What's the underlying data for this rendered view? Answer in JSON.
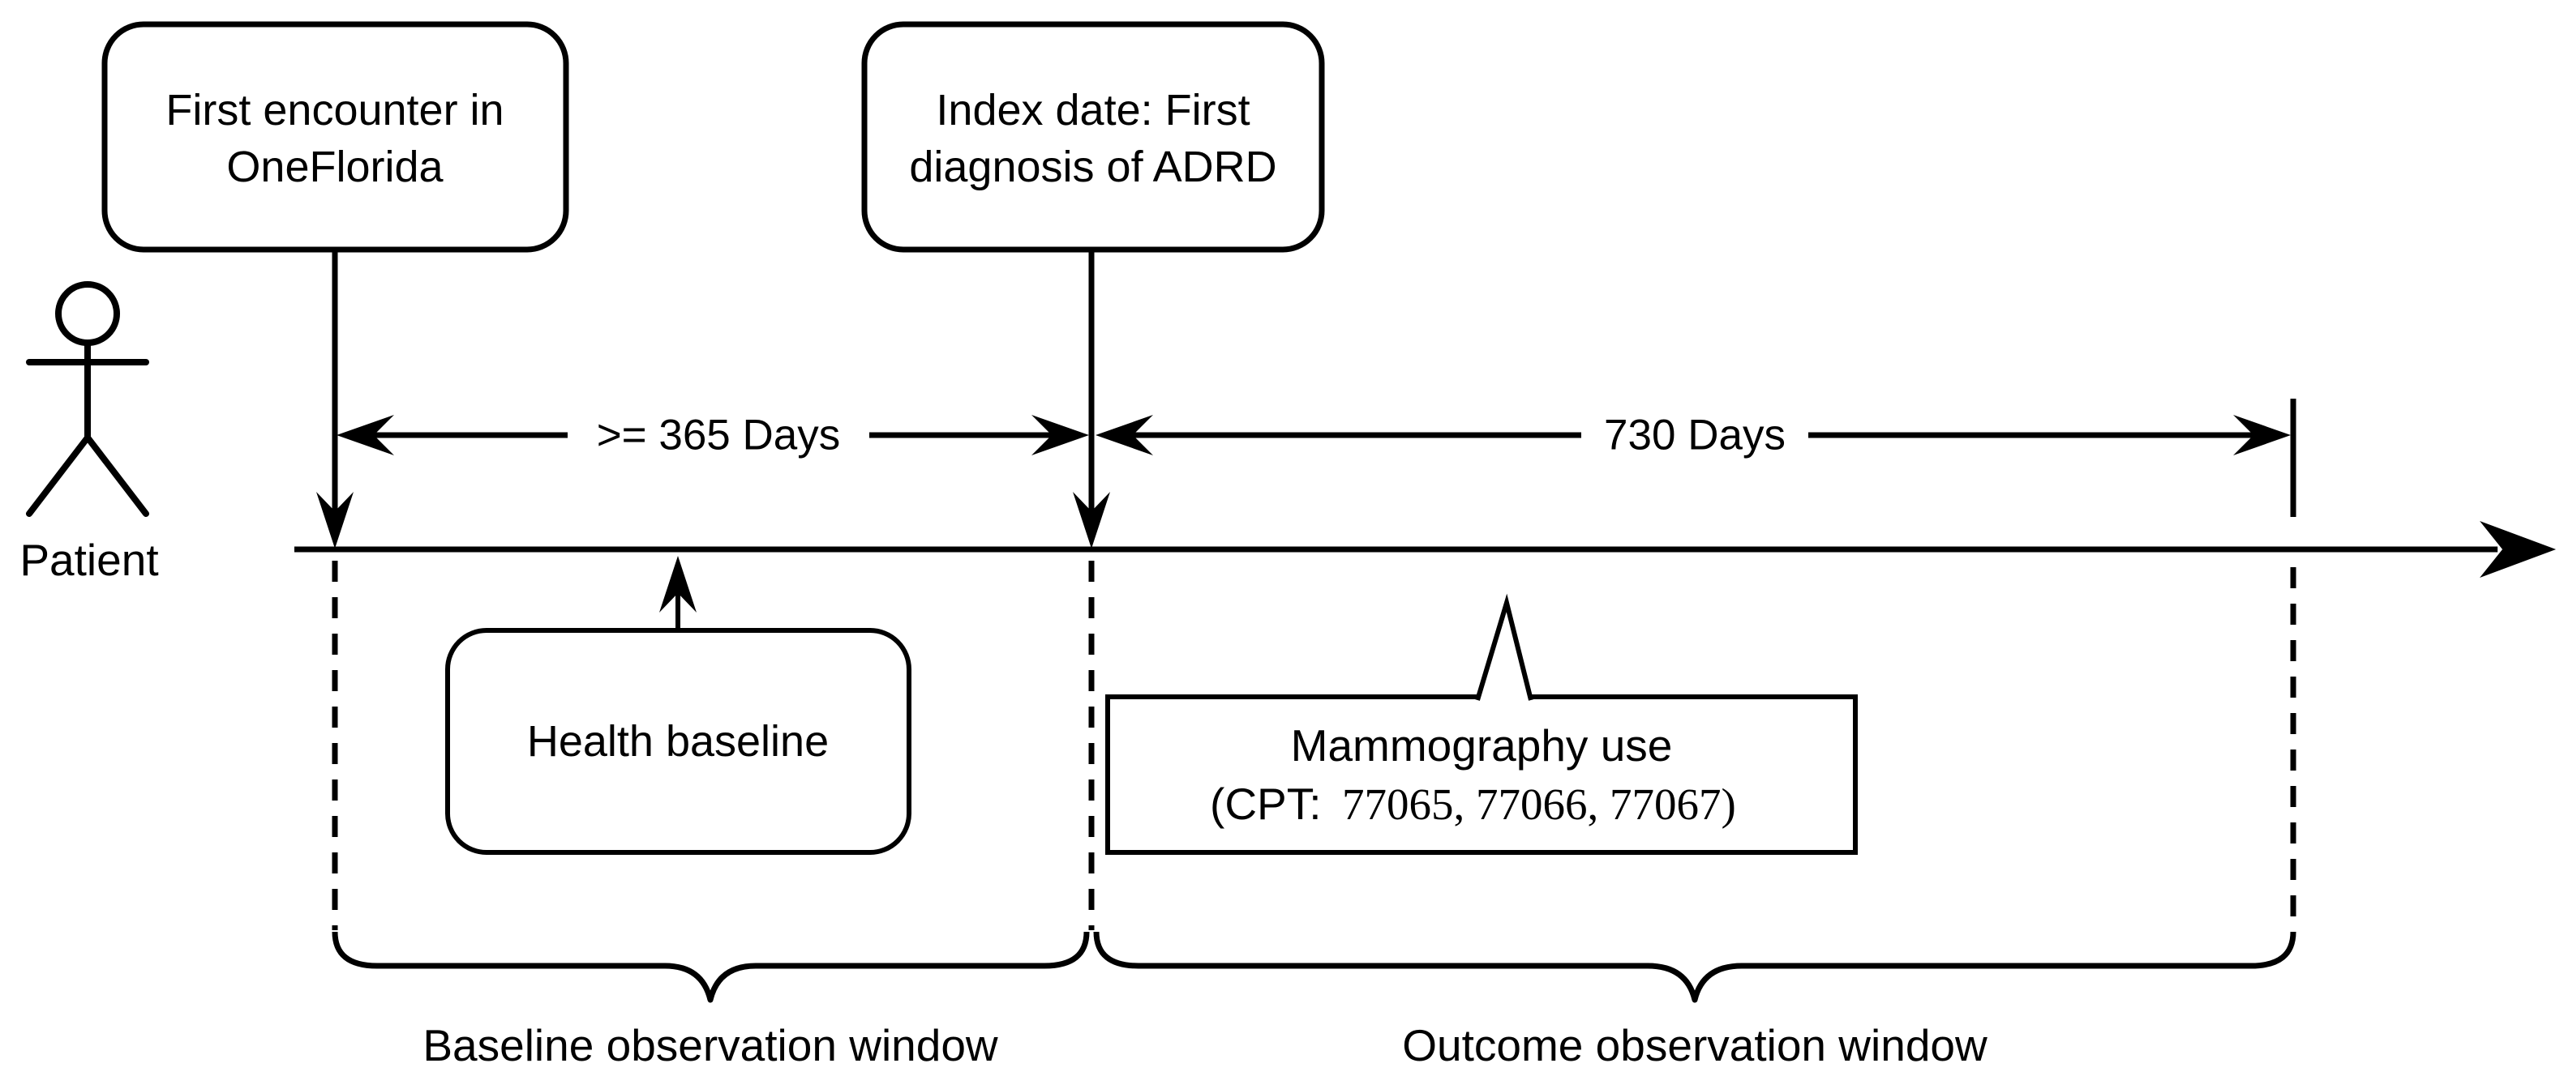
{
  "diagram": {
    "background": "#ffffff",
    "stroke_color": "#000000",
    "actor": {
      "icon": "stick-figure-person-icon",
      "label": "Patient"
    },
    "event_boxes": {
      "first_encounter": {
        "line1": "First encounter in",
        "line2": "OneFlorida"
      },
      "index_date": {
        "line1": "Index date: First",
        "line2": "diagnosis of ADRD"
      }
    },
    "timeline": {
      "baseline_span_label": ">= 365 Days",
      "outcome_span_label": "730 Days"
    },
    "annotations": {
      "health_baseline": {
        "label": "Health baseline"
      },
      "mammography": {
        "line1": "Mammography use",
        "cpt_prefix": "(CPT:",
        "cpt_codes": "77065, 77066, 77067)"
      }
    },
    "windows": {
      "baseline_label": "Baseline observation window",
      "outcome_label": "Outcome observation window"
    }
  }
}
